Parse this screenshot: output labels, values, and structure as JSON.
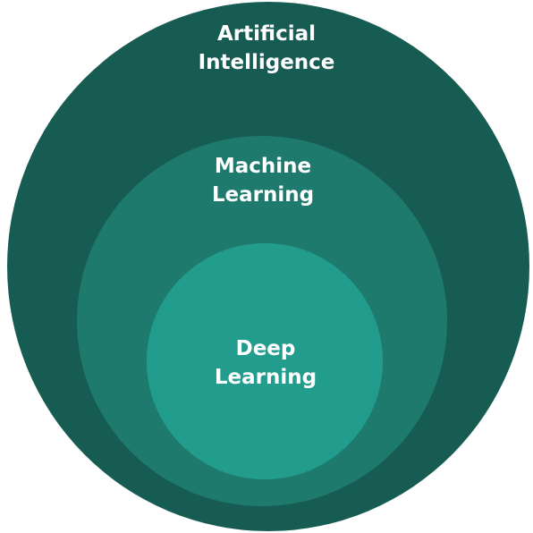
{
  "colors": {
    "outer": "#175c52",
    "middle": "#1e7a6d",
    "inner": "#229c8d",
    "text": "#ffffff"
  },
  "circles": [
    {
      "id": "artificial-intelligence",
      "lines": [
        "Artificial",
        "Intelligence"
      ]
    },
    {
      "id": "machine-learning",
      "lines": [
        "Machine",
        "Learning"
      ]
    },
    {
      "id": "deep-learning",
      "lines": [
        "Deep",
        "Learning"
      ]
    }
  ]
}
